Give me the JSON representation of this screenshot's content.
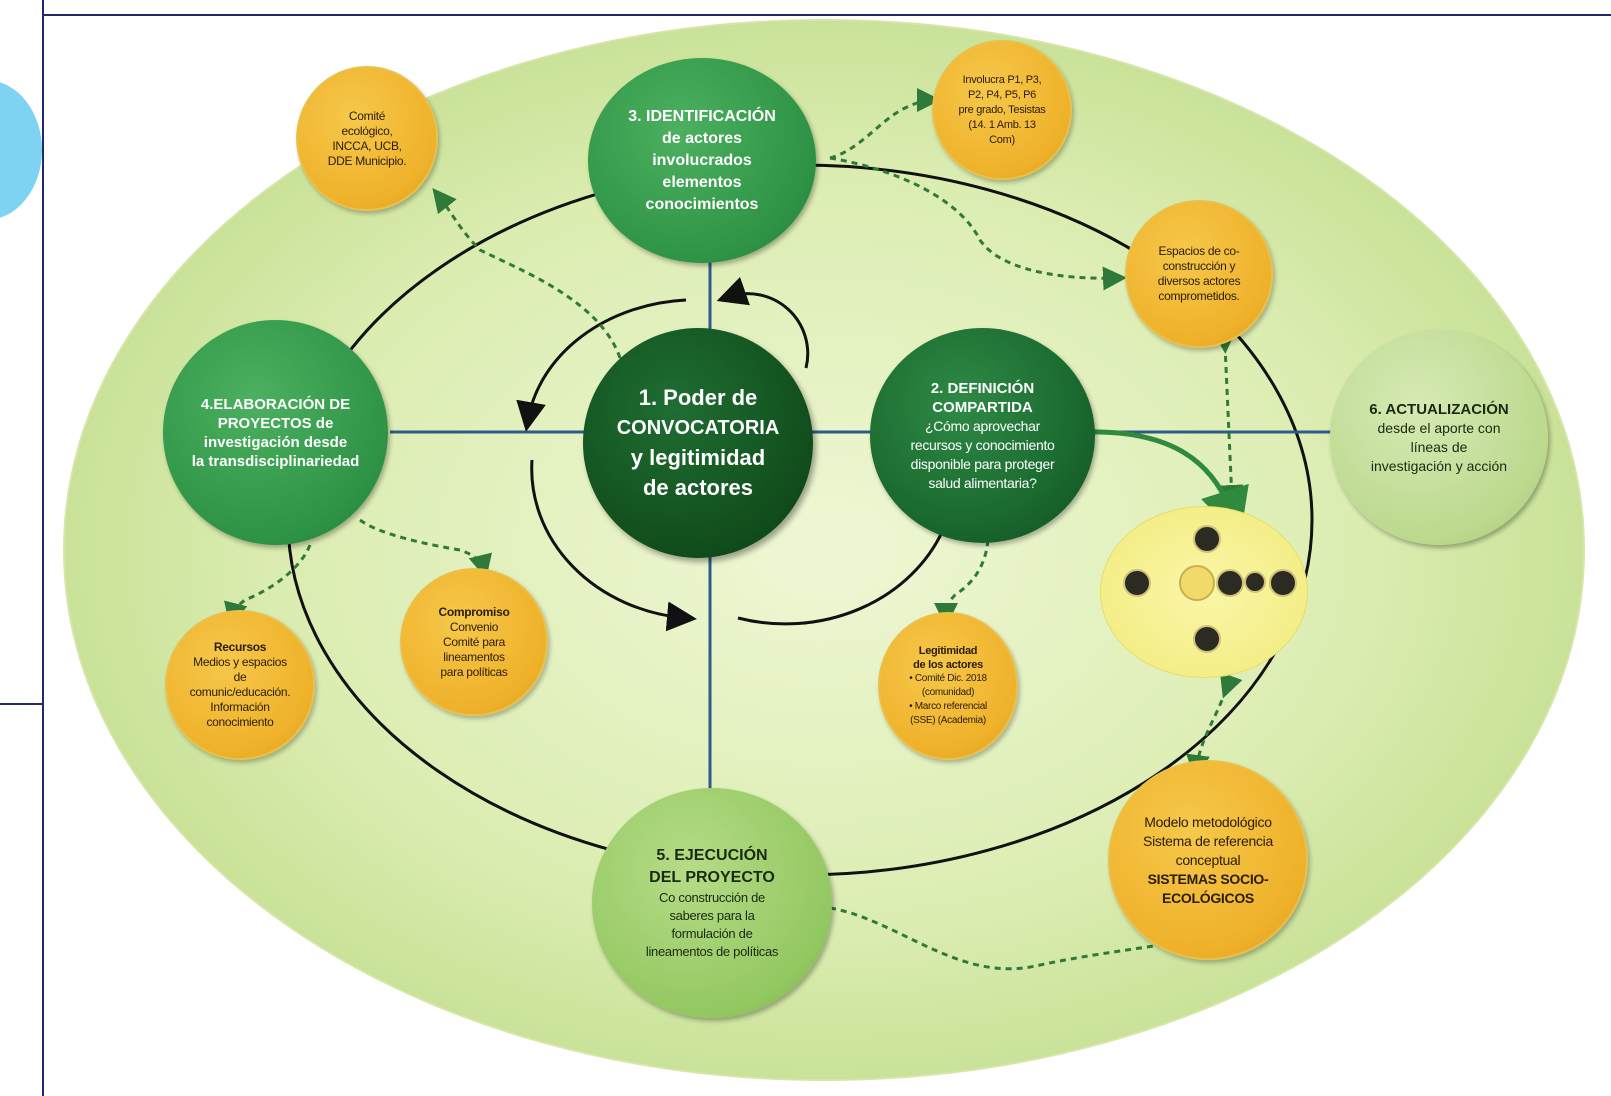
{
  "colors": {
    "outer_ellipse": "#e6f2c4",
    "connector": "#2e5b8a",
    "ring": "#111111",
    "dashed_arrow": "#2f7a3a",
    "bubble_yellow": "#efb12a",
    "green_dark": "#13521f",
    "green_mid": "#2f9346",
    "green_light": "#93c862"
  },
  "center": {
    "line1": "1. Poder de",
    "line2": "CONVOCATORIA",
    "line3": "y legitimidad",
    "line4": "de actores"
  },
  "step3": {
    "title": "3. IDENTIFICACIÓN",
    "body": "de actores\ninvolucrados\nelementos\nconocimientos"
  },
  "step2": {
    "title": "2. DEFINICIÓN\nCOMPARTIDA",
    "body": "¿Cómo aprovechar\nrecursos y conocimiento\ndisponible para proteger\nsalud alimentaria?"
  },
  "step4": {
    "title": "4.ELABORACIÓN DE\nPROYECTOS de\ninvestigación desde\nla transdisciplinariedad"
  },
  "step5": {
    "title": "5. EJECUCIÓN\nDEL PROYECTO",
    "body": "Co construcción de\nsaberes para la\nformulación de\nlineamentos de políticas"
  },
  "step6": {
    "title": "6. ACTUALIZACIÓN",
    "body": "desde el aporte con\nlíneas de\ninvestigación  y acción"
  },
  "bubbles": {
    "comite": "Comité\necológico,\nINCCA, UCB,\nDDE Municipio.",
    "involucra": "Involucra P1, P3,\nP2, P4, P5, P6\npre grado, Tesistas\n(14. 1 Amb. 13\nCom)",
    "espacios": "Espacios de co-\nconstrucción y\ndiversos actores\ncomprometidos.",
    "recursos_title": "Recursos",
    "recursos_body": "Medios  y espacios\nde\ncomunic/educación.\nInformación\nconocimiento",
    "compromiso_title": "Compromiso",
    "compromiso_body": "Convenio\nComité para\nlineamentos\npara políticas",
    "legitimidad_title": "Legitimidad\nde los actores",
    "legitimidad_body": "• Comité Dic. 2018\n(comunidad)\n• Marco referencial\n(SSE) (Academia)",
    "modelo_body": "Modelo metodológico\nSistema de referencia\nconceptual",
    "modelo_title": "SISTEMAS SOCIO-\nECOLÓGICOS"
  }
}
